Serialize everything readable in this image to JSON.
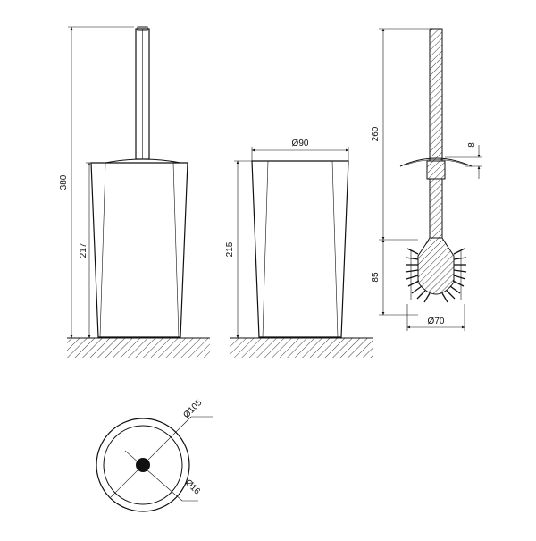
{
  "drawing": {
    "views": [
      {
        "name": "assembled",
        "dimensions": [
          "380",
          "217"
        ]
      },
      {
        "name": "container",
        "dimensions": [
          "Ø90",
          "215"
        ]
      },
      {
        "name": "brush",
        "dimensions": [
          "260",
          "8",
          "85",
          "Ø70"
        ]
      },
      {
        "name": "top-view",
        "dimensions": [
          "Ø105",
          "Ø16"
        ]
      }
    ]
  },
  "labels": {
    "dim_380": "380",
    "dim_217": "217",
    "dim_phi90": "Ø90",
    "dim_215": "215",
    "dim_260": "260",
    "dim_8": "8",
    "dim_85": "85",
    "dim_phi70": "Ø70",
    "dim_phi105": "Ø105",
    "dim_phi16": "Ø16"
  },
  "colors": {
    "line": "#111111",
    "background": "#ffffff"
  }
}
